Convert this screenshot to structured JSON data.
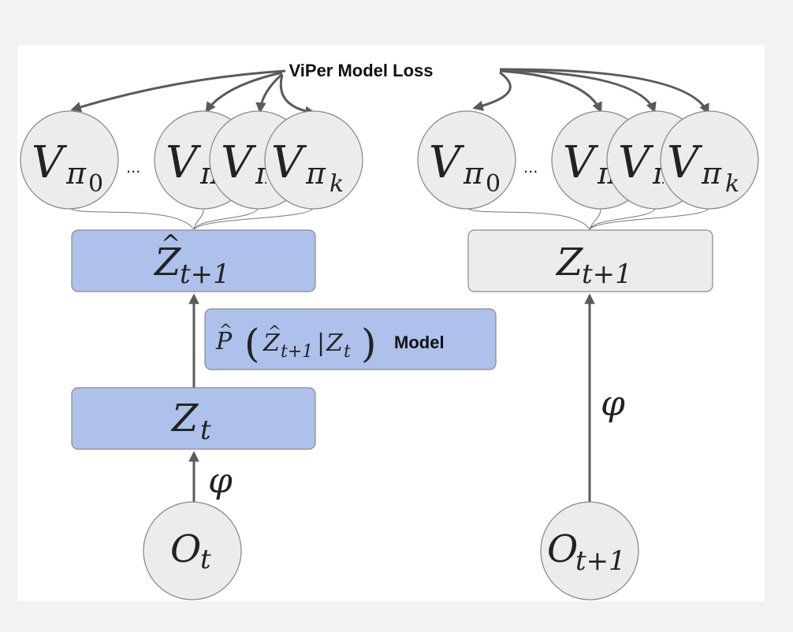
{
  "title": "ViPer Model Loss",
  "left": {
    "value_nodes": {
      "v0_main": "V",
      "v0_sub": "π",
      "v0_subsub": "0",
      "ellipsis": "...",
      "v1_main": "V",
      "v1_sub": "π",
      "v2_main": "V",
      "v2_sub": "π",
      "vk_main": "V",
      "vk_sub": "π",
      "vk_subsub": "k"
    },
    "predicted_latent": {
      "main": "Z",
      "hat": "^",
      "sub": "t+1"
    },
    "model_box": {
      "p_main": "P",
      "p_hat": "^",
      "lparen": "(",
      "z_main": "Z",
      "z_hat": "^",
      "z_sub": "t+1",
      "bar": "|",
      "zt_main": "Z",
      "zt_sub": "t",
      "rparen": ")",
      "label": "Model"
    },
    "current_latent": {
      "main": "Z",
      "sub": "t"
    },
    "encoder_label": "φ",
    "observation": {
      "main": "O",
      "sub": "t"
    }
  },
  "right": {
    "value_nodes": {
      "v0_main": "V",
      "v0_sub": "π",
      "v0_subsub": "0",
      "ellipsis": "...",
      "v1_main": "V",
      "v1_sub": "π",
      "v2_main": "V",
      "v2_sub": "π",
      "vk_main": "V",
      "vk_sub": "π",
      "vk_subsub": "k"
    },
    "target_latent": {
      "main": "Z",
      "sub": "t+1"
    },
    "encoder_label": "φ",
    "observation": {
      "main": "O",
      "sub": "t+1"
    }
  },
  "colors": {
    "predicted_box": "#aec1ea",
    "neutral_fill": "#ececec",
    "arrow": "#5a5a5a",
    "background": "#f2f2f2"
  }
}
